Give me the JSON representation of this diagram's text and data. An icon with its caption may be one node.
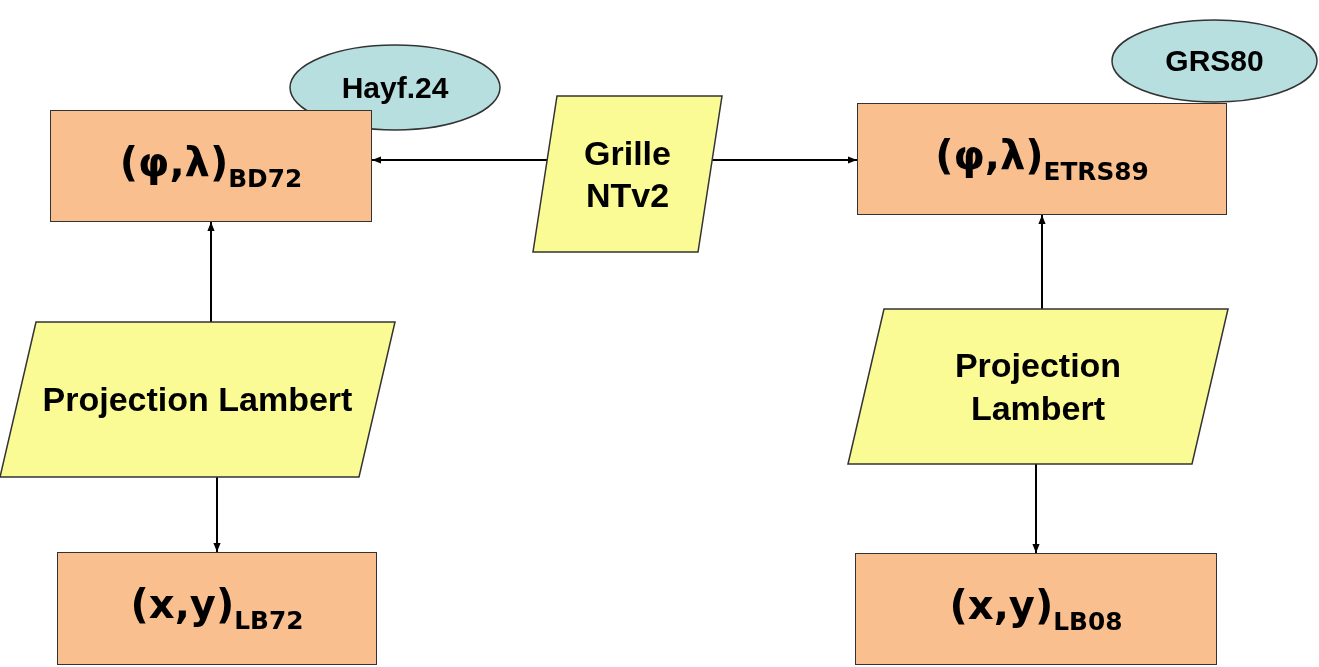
{
  "diagram": {
    "nodes": [
      {
        "text": [
          "Hayf.24"
        ]
      },
      {
        "text": [
          "(φ,λ)$_{BD72}$"
        ]
      },
      {
        "text": [
          "Grille NTv2"
        ]
      },
      {
        "text": [
          "GRS80"
        ]
      },
      {
        "text": [
          "(φ,λ)$_{ETRS89}$"
        ]
      },
      {
        "text": [
          "Projection Lambert"
        ]
      },
      {
        "text": [
          "Projection Lambert"
        ]
      },
      {
        "text": [
          "(x,y)$_{LB72}$"
        ]
      },
      {
        "text": [
          "(x,y)$_{LB08}$"
        ]
      }
    ],
    "edges": [
      {
        "from": 2,
        "to": 1,
        "arrow": "to"
      },
      {
        "from": 2,
        "to": 4,
        "arrow": "to"
      },
      {
        "from": 5,
        "to": 1,
        "arrow": "to"
      },
      {
        "from": 5,
        "to": 7,
        "arrow": "to"
      },
      {
        "from": 6,
        "to": 4,
        "arrow": "to"
      },
      {
        "from": 6,
        "to": 8,
        "arrow": "to"
      }
    ]
  }
}
